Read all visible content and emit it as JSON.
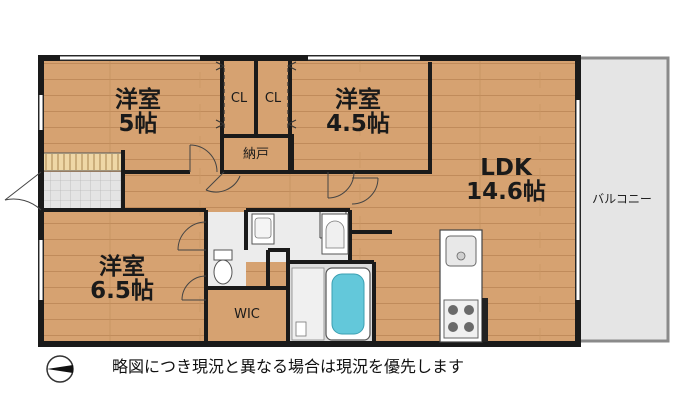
{
  "rooms": {
    "western_5": {
      "name": "洋室",
      "size": "5帖"
    },
    "western_45": {
      "name": "洋室",
      "size": "4.5帖"
    },
    "western_65": {
      "name": "洋室",
      "size": "6.5帖"
    },
    "ldk": {
      "name": "LDK",
      "size": "14.6帖"
    },
    "closet_left": "CL",
    "closet_right": "CL",
    "storage": "納戸",
    "wic": "WIC",
    "balcony": "バルコニー"
  },
  "compass": {
    "label": "N"
  },
  "note": "略図につき現況と異なる場合は現況を優先します",
  "colors": {
    "floor": "#d6a271",
    "balcony": "#e5e5e5",
    "wall": "#1a1a1a",
    "wet_floor": "#ebebeb",
    "bath": "#63c8da"
  }
}
